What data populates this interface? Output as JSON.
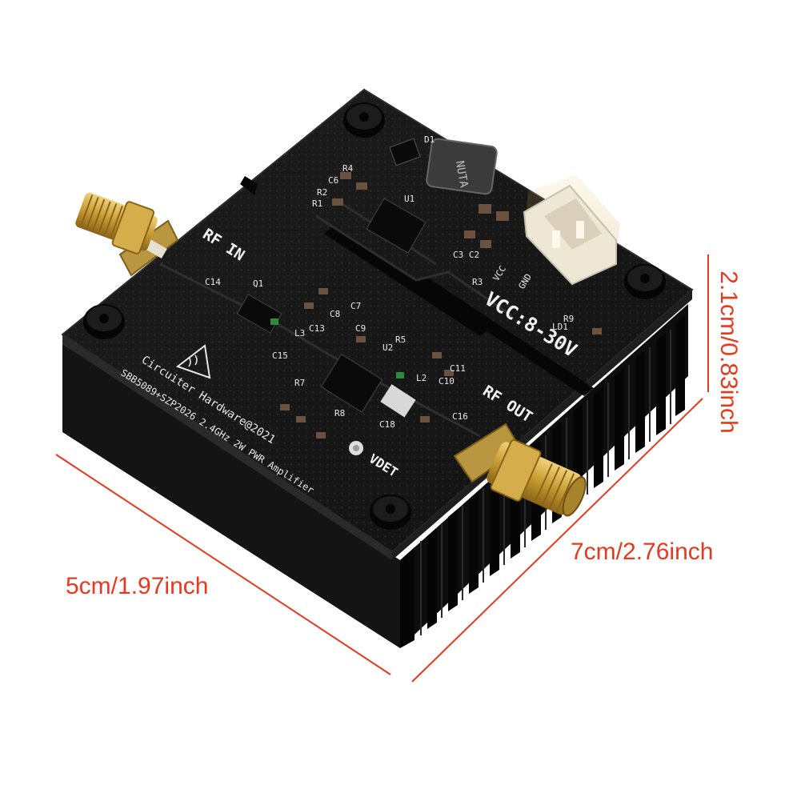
{
  "product": {
    "board_silkscreen": {
      "rf_in": "RF IN",
      "rf_out": "RF OUT",
      "vcc_range": "VCC:8-30V",
      "maker": "Circuiter Hardware@2021",
      "parts": "SBB5089+SZP2026 2.4GHz 2W PWR Amplifier",
      "vdet": "VDET",
      "vcc_pin": "VCC",
      "gnd_pin": "GND",
      "refs": {
        "d1": "D1",
        "r4": "R4",
        "c6": "C6",
        "r2": "R2",
        "r1": "R1",
        "u1": "U1",
        "c3c2": "C3 C2",
        "r3": "R3",
        "c14": "C14",
        "q1": "Q1",
        "c7": "C7",
        "c8": "C8",
        "c13": "C13",
        "l3": "L3",
        "c9": "C9",
        "r5": "R5",
        "u2": "U2",
        "c15": "C15",
        "c11": "C11",
        "c10": "C10",
        "l2": "L2",
        "c16": "C16",
        "c18": "C18",
        "r9": "R9",
        "ld1": "LD1",
        "r8": "R8",
        "r7": "R7"
      }
    },
    "inductor_marking": "NUTA"
  },
  "dimensions": {
    "width": "5cm/1.97inch",
    "length": "7cm/2.76inch",
    "height": "2.1cm/0.83inch"
  },
  "colors": {
    "dimension": "#e8391e",
    "pcb": "#161616",
    "heatsink": "#0b0b0b",
    "gold": "#c9a23c",
    "connector": "#efe7d6"
  }
}
